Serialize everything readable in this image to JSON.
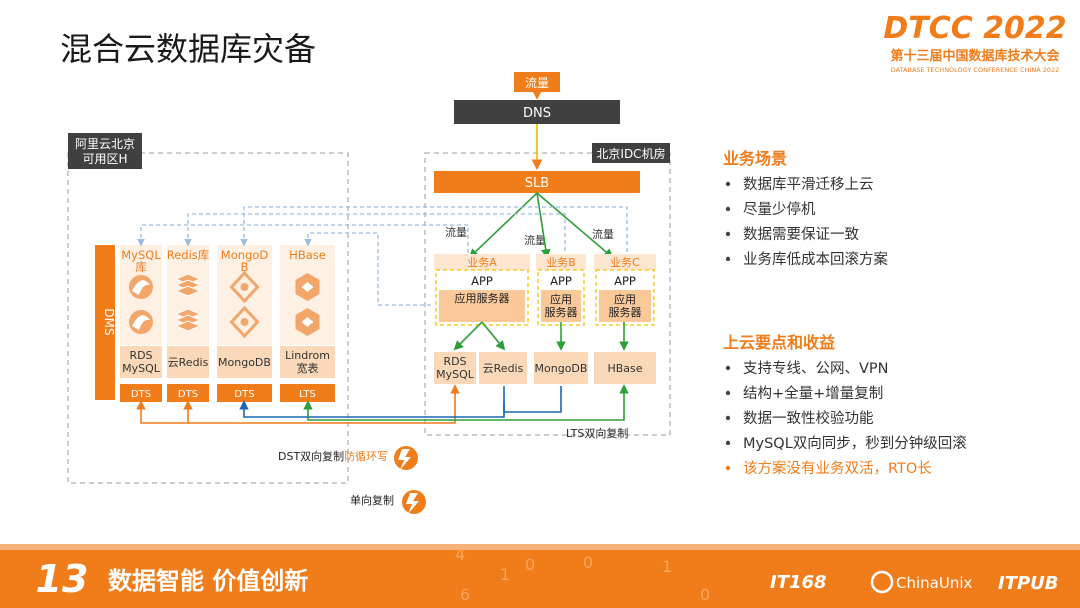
{
  "title": "混合云数据库灾备",
  "logo": {
    "main": "DTCC 2022",
    "cn": "第十三届中国数据库技术大会",
    "en": "DATABASE TECHNOLOGY CONFERENCE CHINA 2022"
  },
  "colors": {
    "orange": "#f07c1a",
    "light_orange": "#fbd9b8",
    "green": "#2e9f3a",
    "blue": "#1b67b3",
    "dashed_blue": "#9bbde0",
    "dark_label": "#404040"
  },
  "diagram": {
    "flow_in": "流量",
    "dns": "DNS",
    "slb": "SLB",
    "ali_label": [
      "阿里云北京",
      "可用区H"
    ],
    "idc_label": "北京IDC机房",
    "dms": "DMS",
    "flows": [
      "流量",
      "流量",
      "流量"
    ],
    "ali_columns": [
      {
        "name": [
          "MySQL",
          "库"
        ],
        "icon": "dolphin-icon",
        "db": [
          "RDS",
          "MySQL"
        ],
        "sync": "DTS"
      },
      {
        "name": [
          "Redis库"
        ],
        "icon": "stack-icon",
        "db": [
          "云Redis"
        ],
        "sync": "DTS"
      },
      {
        "name": [
          "MongoD",
          "B"
        ],
        "icon": "mongo-icon",
        "db": [
          "MongoDB"
        ],
        "sync": "DTS"
      },
      {
        "name": [
          "HBase"
        ],
        "icon": "hbase-icon",
        "db": [
          "Lindrom",
          "宽表"
        ],
        "sync": "LTS"
      }
    ],
    "businesses": [
      {
        "name": "业务A",
        "app": "APP",
        "server": [
          "应用服务器"
        ]
      },
      {
        "name": "业务B",
        "app": "APP",
        "server": [
          "应用",
          "服务器"
        ]
      },
      {
        "name": "业务C",
        "app": "APP",
        "server": [
          "应用",
          "服务器"
        ]
      }
    ],
    "idc_dbs": [
      [
        "RDS",
        "MySQL"
      ],
      [
        "云Redis"
      ],
      [
        "MongoDB"
      ],
      [
        "HBase"
      ]
    ],
    "lts_label": "LTS双向复制",
    "dst_label_prefix": "DST双向复制",
    "dst_label_highlight": "防循环写",
    "single_label": "单向复制"
  },
  "sections": [
    {
      "title": "业务场景",
      "items": [
        "数据库平滑迁移上云",
        "尽量少停机",
        "数据需要保证一致",
        "业务库低成本回滚方案"
      ]
    },
    {
      "title": "上云要点和收益",
      "items": [
        "支持专线、公网、VPN",
        "结构+全量+增量复制",
        "数据一致性校验功能",
        "MySQL双向同步，秒到分钟级回滚"
      ],
      "highlight": "该方案没有业务双活，RTO长"
    }
  ],
  "footer": {
    "number": "13",
    "slogan": "数据智能  价值创新",
    "partners": [
      "IT168",
      "ChinaUnix",
      "ITPUB"
    ]
  }
}
